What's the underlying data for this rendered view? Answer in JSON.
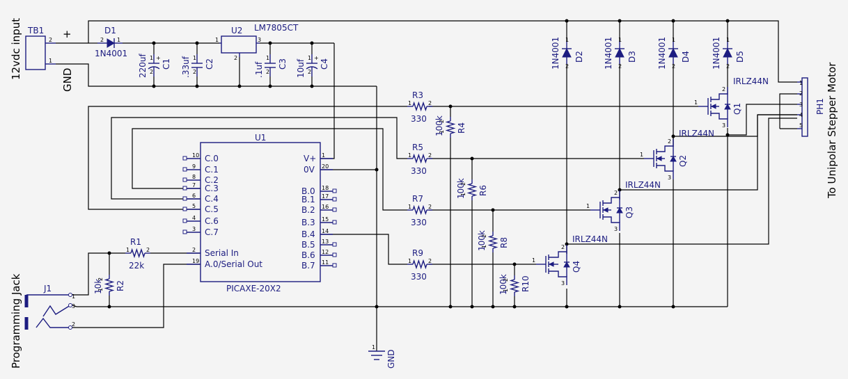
{
  "side_labels": {
    "power_input": "12vdc input",
    "plus": "+",
    "gnd": "GND",
    "programming": "Programming Jack",
    "motor": "To Unipolar Stepper Motor"
  },
  "tb1": {
    "ref": "TB1",
    "pin2": "2",
    "pin1": "1"
  },
  "d1": {
    "ref": "D1",
    "value": "1N4001",
    "pin_a": "2",
    "pin_k": "1"
  },
  "u2": {
    "ref": "U2",
    "value": "LM7805CT",
    "pin1": "1",
    "pin2": "2",
    "pin3": "3"
  },
  "caps": [
    {
      "ref": "C1",
      "value": "220uf",
      "plus": "+",
      "p1": "1",
      "p2": "2"
    },
    {
      "ref": "C2",
      "value": ".33uf",
      "plus": "",
      "p1": "1",
      "p2": "2"
    },
    {
      "ref": "C3",
      "value": ".1uf",
      "plus": "",
      "p1": "1",
      "p2": "2"
    },
    {
      "ref": "C4",
      "value": "10uf",
      "plus": "+",
      "p1": "1",
      "p2": "2"
    }
  ],
  "u1": {
    "ref": "U1",
    "value": "PICAXE-20X2",
    "left": [
      {
        "pin": "10",
        "name": "C.0"
      },
      {
        "pin": "9",
        "name": "C.1"
      },
      {
        "pin": "8",
        "name": "C.2"
      },
      {
        "pin": "7",
        "name": "C.3"
      },
      {
        "pin": "6",
        "name": "C.4"
      },
      {
        "pin": "5",
        "name": "C.5"
      },
      {
        "pin": "4",
        "name": "C.6"
      },
      {
        "pin": "3",
        "name": "C.7"
      },
      {
        "pin": "2",
        "name": "Serial In"
      },
      {
        "pin": "19",
        "name": "A.0/Serial Out"
      }
    ],
    "right": [
      {
        "pin": "1",
        "name": "V+"
      },
      {
        "pin": "20",
        "name": "0V"
      },
      {
        "pin": "18",
        "name": "B.0"
      },
      {
        "pin": "17",
        "name": "B.1"
      },
      {
        "pin": "16",
        "name": "B.2"
      },
      {
        "pin": "15",
        "name": "B.3"
      },
      {
        "pin": "14",
        "name": "B.4"
      },
      {
        "pin": "13",
        "name": "B.5"
      },
      {
        "pin": "12",
        "name": "B.6"
      },
      {
        "pin": "11",
        "name": "B.7"
      }
    ]
  },
  "resistors": [
    {
      "ref": "R3",
      "value": "330",
      "p1": "1",
      "p2": "2"
    },
    {
      "ref": "R5",
      "value": "330",
      "p1": "1",
      "p2": "2"
    },
    {
      "ref": "R7",
      "value": "330",
      "p1": "1",
      "p2": "2"
    },
    {
      "ref": "R9",
      "value": "330",
      "p1": "1",
      "p2": "2"
    },
    {
      "ref": "R1",
      "value": "22k",
      "p1": "1",
      "p2": "2"
    }
  ],
  "vres": [
    {
      "ref": "R4",
      "value": "100k",
      "p1": "1",
      "p2": "2"
    },
    {
      "ref": "R6",
      "value": "100k",
      "p1": "1",
      "p2": "2"
    },
    {
      "ref": "R8",
      "value": "100k",
      "p1": "1",
      "p2": "2"
    },
    {
      "ref": "R10",
      "value": "100k",
      "p1": "1",
      "p2": "2"
    },
    {
      "ref": "R2",
      "value": "10k",
      "p1": "1",
      "p2": "2"
    }
  ],
  "diodes": [
    {
      "ref": "D2",
      "value": "1N4001",
      "p1": "1",
      "p2": "2"
    },
    {
      "ref": "D3",
      "value": "1N4001",
      "p1": "1",
      "p2": "2"
    },
    {
      "ref": "D4",
      "value": "1N4001",
      "p1": "1",
      "p2": "2"
    },
    {
      "ref": "D5",
      "value": "1N4001",
      "p1": "1",
      "p2": "2"
    }
  ],
  "fets": [
    {
      "ref": "Q1",
      "value": "IRLZ44N",
      "g": "1",
      "d": "2",
      "s": "3"
    },
    {
      "ref": "Q2",
      "value": "IRLZ44N",
      "g": "1",
      "d": "2",
      "s": "3"
    },
    {
      "ref": "Q3",
      "value": "IRLZ44N",
      "g": "1",
      "d": "2",
      "s": "3"
    },
    {
      "ref": "Q4",
      "value": "IRLZ44N",
      "g": "1",
      "d": "2",
      "s": "3"
    }
  ],
  "ph1": {
    "ref": "PH1",
    "pins": [
      "1",
      "2",
      "3",
      "4",
      "5"
    ]
  },
  "j1": {
    "ref": "J1",
    "p1": "1",
    "p3": "3",
    "p2": "2"
  },
  "gnd": {
    "label": "GND",
    "pin": "1"
  }
}
